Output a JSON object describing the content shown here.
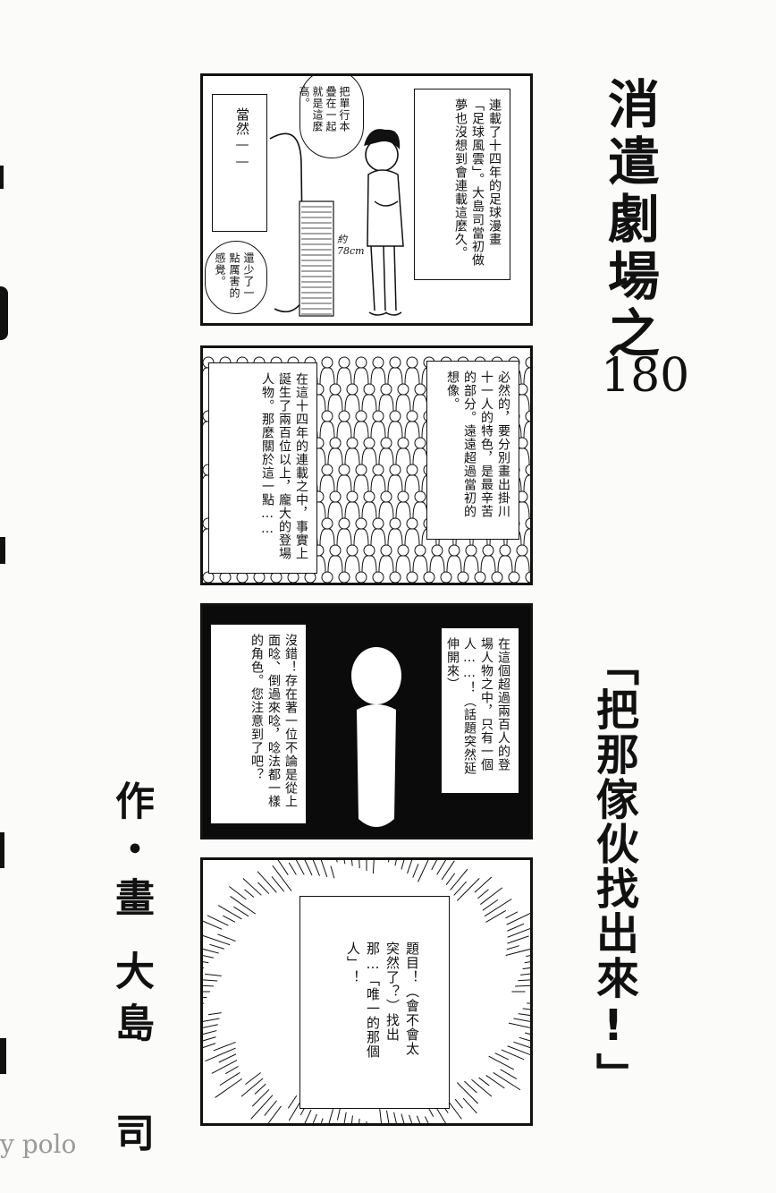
{
  "series_title": "消遣劇場之",
  "episode_number": "180",
  "subtitle": "「把那傢伙找出來!」",
  "author_label": "作・畫",
  "author_name": "大島 司",
  "watermark": "y polo",
  "panel1": {
    "narration": "連載了十四年的足球漫畫「足球風雲」。大島司當初做夢也沒想到會連載這麼久。",
    "speech_top": "把單行本疊在一起就是這麼高。",
    "label": "當然——",
    "speech_bottom": "還少了一點厲害的感覺。",
    "measure": "約78cm"
  },
  "panel2": {
    "narration_right": "必然的，要分別畫出掛川十一人的特色，是最辛苦的部分。遠遠超過當初的想像。",
    "narration_left": "在這十四年的連載之中，事實上誕生了兩百位以上，龐大的登場人物。那麼關於這一點……"
  },
  "panel3": {
    "narration_right": "在這個超過兩百人的登場人物之中，只有一個人……！（話題突然延伸開來）",
    "narration_left": "沒錯！存在著一位不論是從上面唸、倒過來唸，唸法都一樣的角色。您注意到了吧？"
  },
  "panel4": {
    "narration": "題目！（會不會太突然了？）找出那…「唯一的那個人」！"
  }
}
